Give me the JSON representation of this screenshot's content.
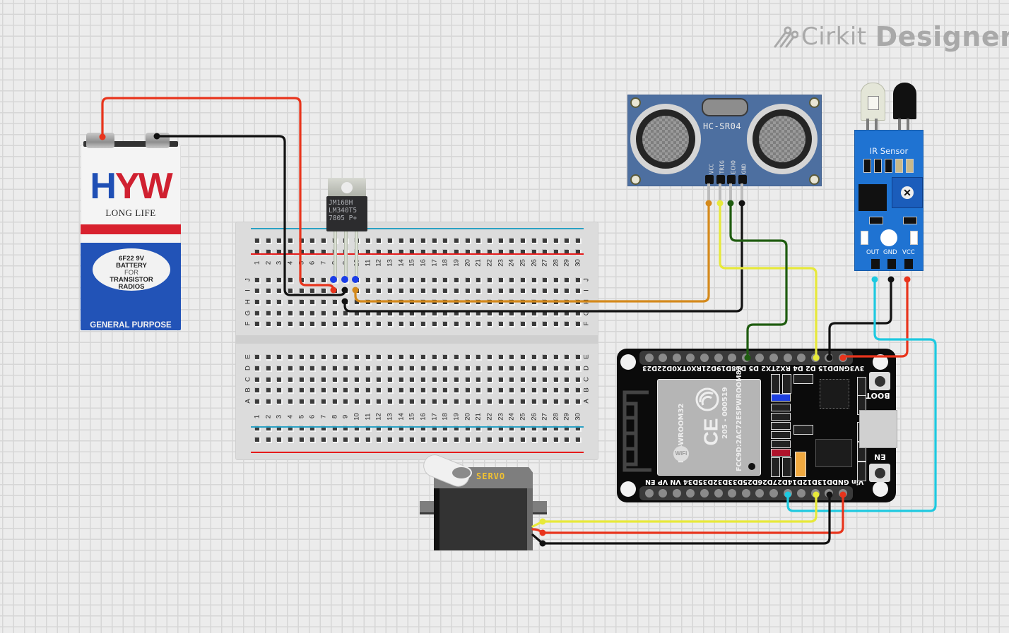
{
  "app": {
    "brand_prefix": "Cirkit",
    "brand_name": "Designer"
  },
  "components": {
    "battery": {
      "brand": "HYW",
      "brand_h": "H",
      "brand_yw": "YW",
      "tagline": "LONG LIFE",
      "oval_lines": [
        "6F22 9V",
        "BATTERY",
        "FOR",
        "TRANSISTOR",
        "RADIOS"
      ],
      "footer": "GENERAL PURPOSE",
      "colors": {
        "blue": "#2253b7",
        "red": "#d8212e"
      }
    },
    "regulator": {
      "lines": [
        "JM16BH",
        "LM340T5",
        "7805 P+"
      ]
    },
    "breadboard": {
      "columns": [
        "1",
        "2",
        "3",
        "4",
        "5",
        "6",
        "7",
        "8",
        "9",
        "10",
        "11",
        "12",
        "13",
        "14",
        "15",
        "16",
        "17",
        "18",
        "19",
        "20",
        "21",
        "22",
        "23",
        "24",
        "25",
        "26",
        "27",
        "28",
        "29",
        "30"
      ],
      "top_rows": [
        "J",
        "I",
        "H",
        "G",
        "F"
      ],
      "bottom_rows": [
        "E",
        "D",
        "C",
        "B",
        "A"
      ]
    },
    "ultrasonic": {
      "model": "HC-SR04",
      "pins": [
        "VCC",
        "TRIG",
        "ECHO",
        "GND"
      ]
    },
    "ir_sensor": {
      "title": "IR Sensor",
      "pins": [
        "OUT",
        "GND",
        "VCC"
      ]
    },
    "esp32": {
      "top_pins": [
        "3V3",
        "GND",
        "D15",
        "D2",
        "D4",
        "RX2",
        "TX2",
        "D5",
        "D18",
        "D19",
        "D21",
        "RX0",
        "TX0",
        "D22",
        "D23"
      ],
      "bottom_pins": [
        "Vin",
        "GND",
        "D13",
        "D12",
        "D14",
        "D27",
        "D26",
        "D25",
        "D33",
        "D32",
        "D35",
        "D34",
        "VN",
        "VP",
        "EN"
      ],
      "top_label_text": "3V3GNDD15 D2  D4 RX2TX2 D5 D18D19D21RX0TX0D22D23",
      "bottom_label_text": "Vin GNDD13D12D14D27D26D25D33D32D35D34 VN  VP  EN",
      "module_name": "ESP-WROOM32",
      "module_code": "205 - 000519",
      "fcc_id": "FCC9D:2AC72ESPWROOM82",
      "boot_label": "BOOT",
      "en_label": "EN"
    },
    "servo": {
      "label": "SERVO"
    }
  },
  "wire_colors": {
    "red": "#e8341c",
    "black": "#111111",
    "orange": "#d4891b",
    "yellow": "#e7e93a",
    "green": "#1f5c10",
    "cyan": "#1ec9e0",
    "blue_pad": "#1a3de8"
  },
  "connections": [
    {
      "from": "battery.+",
      "to": "breadboard.I8",
      "color": "red"
    },
    {
      "from": "battery.-",
      "to": "breadboard.I9",
      "color": "black"
    },
    {
      "from": "breadboard.H9",
      "to": "ultrasonic.GND",
      "color": "black"
    },
    {
      "from": "breadboard.I10",
      "to": "ultrasonic.VCC",
      "color": "orange"
    },
    {
      "from": "ultrasonic.TRIG",
      "to": "esp32.D15",
      "color": "yellow"
    },
    {
      "from": "ultrasonic.ECHO",
      "to": "esp32.D5",
      "color": "green"
    },
    {
      "from": "ir_sensor.GND",
      "to": "esp32.GND(top)",
      "color": "black"
    },
    {
      "from": "ir_sensor.VCC",
      "to": "esp32.3V3",
      "color": "red"
    },
    {
      "from": "ir_sensor.OUT",
      "to": "esp32.D14",
      "color": "cyan"
    },
    {
      "from": "servo.signal",
      "to": "esp32.D13",
      "color": "yellow"
    },
    {
      "from": "servo.power",
      "to": "esp32.Vin",
      "color": "red"
    },
    {
      "from": "servo.ground",
      "to": "esp32.GND(bottom)",
      "color": "black"
    }
  ]
}
